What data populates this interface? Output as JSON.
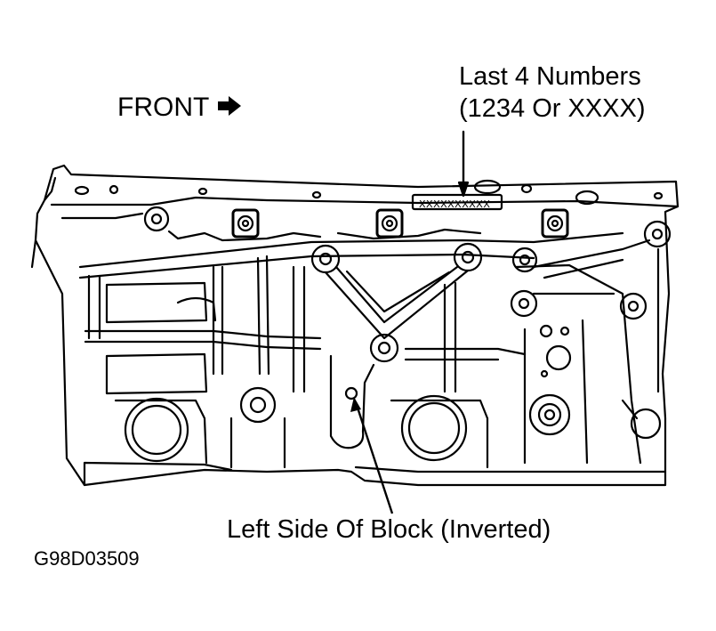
{
  "labels": {
    "front": "FRONT",
    "callout_line1": "Last 4 Numbers",
    "callout_line2": "(1234 Or XXXX)",
    "bottom": "Left Side Of Block (Inverted)",
    "figure_id": "G98D03509",
    "serial_stamp": "XXXXXXXXXX"
  },
  "icons": {
    "front_arrow": "arrow-right-icon"
  },
  "colors": {
    "line": "#000000",
    "background": "#ffffff"
  }
}
